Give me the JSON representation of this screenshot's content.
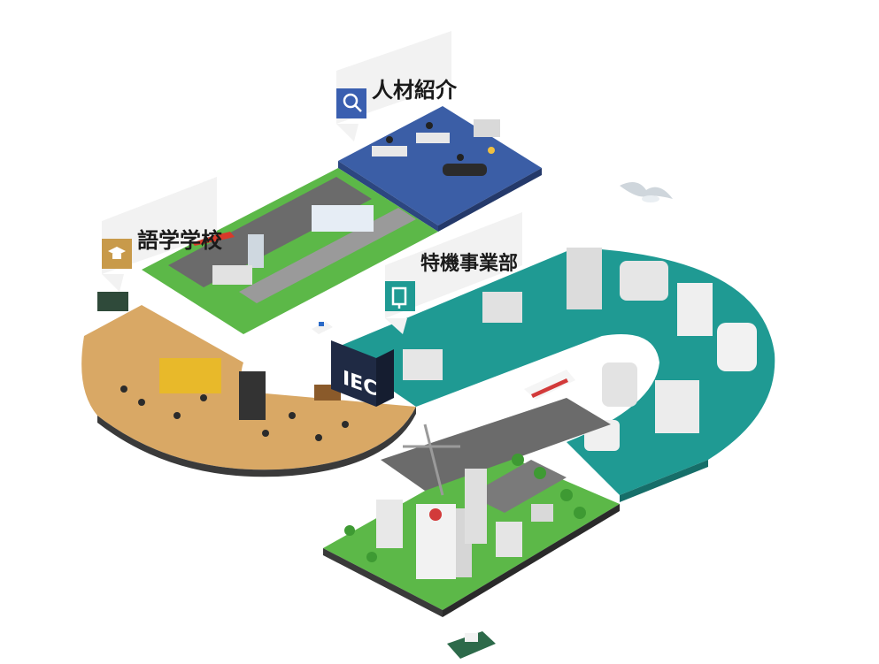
{
  "labels": {
    "recruitment": "人材紹介",
    "language_school": "語学学校",
    "special_equipment": "特機事業部"
  },
  "sign": "IEC",
  "colors": {
    "recruitment_floor": "#3b5ea6",
    "school_floor": "#d9a865",
    "medical_floor": "#1f9a93",
    "city_grass": "#5cb848",
    "road": "#6b6b6b",
    "label_card": "#f2f2f2",
    "recruitment_badge": "#3a5fb0",
    "school_badge": "#c89a4a",
    "medical_badge": "#1f9a93"
  },
  "icons": {
    "recruitment": "person-search-icon",
    "language_school": "graduation-cap-icon",
    "special_equipment": "equipment-icon"
  }
}
